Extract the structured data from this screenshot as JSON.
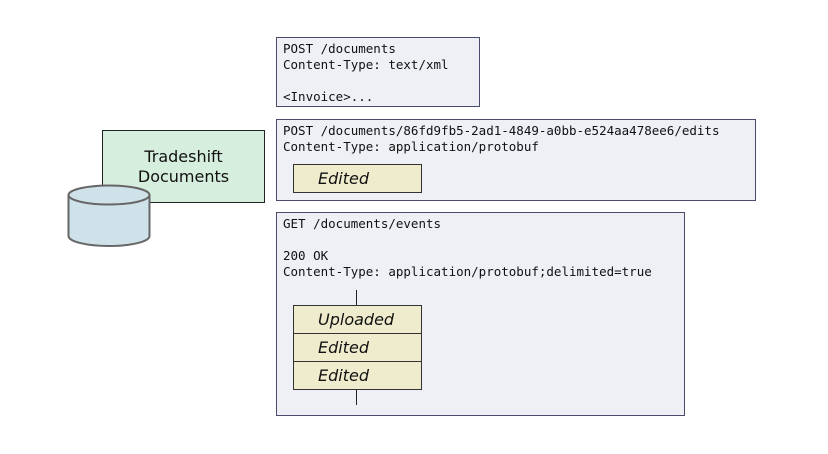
{
  "service": {
    "line1": "Tradeshift",
    "line2": "Documents"
  },
  "post_documents": {
    "line1": "POST /documents",
    "line2": "Content-Type: text/xml",
    "line3": "<Invoice>..."
  },
  "post_edits": {
    "line1": "POST /documents/86fd9fb5-2ad1-4849-a0bb-e524aa478ee6/edits",
    "line2": "Content-Type: application/protobuf",
    "event": "Edited"
  },
  "get_events": {
    "line1": "GET /documents/events",
    "line2": "200 OK",
    "line3": "Content-Type: application/protobuf;delimited=true",
    "events": [
      "Uploaded",
      "Edited",
      "Edited"
    ]
  },
  "colors": {
    "request_bg": "#eef0f6",
    "event_bg": "#efeccd",
    "service_bg": "#d6eedd",
    "database_bg": "#cfe2ea"
  },
  "icons": {
    "database": "database-cylinder-icon"
  }
}
